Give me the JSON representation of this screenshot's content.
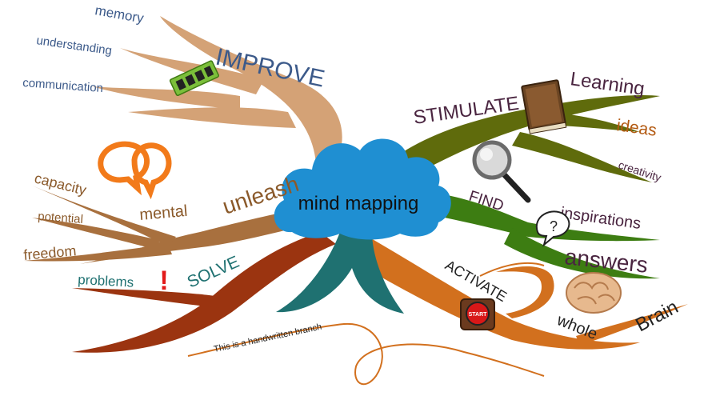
{
  "center": {
    "label": "mind mapping"
  },
  "branches": {
    "improve": {
      "label": "IMPROVE",
      "items": [
        "memory",
        "understanding",
        "communication"
      ]
    },
    "stimulate": {
      "label": "STIMULATE",
      "items": [
        "Learning",
        "ideas",
        "creativity"
      ]
    },
    "find": {
      "label": "FIND",
      "items": [
        "inspirations",
        "answers"
      ]
    },
    "activate": {
      "label": "ACTIVATE",
      "items": [
        "whole",
        "Brain"
      ]
    },
    "unleash": {
      "label": "unleash",
      "items": [
        "mental",
        "capacity",
        "potential",
        "freedom"
      ]
    },
    "solve": {
      "label": "SOLVE",
      "items": [
        "problems"
      ]
    },
    "handwritten": {
      "label": "This is a handwritten branch"
    }
  },
  "icons": {
    "start_button_label": "START",
    "question_mark": "?",
    "exclamation_mark": "!"
  },
  "colors": {
    "improve": "#d4a276",
    "stimulate": "#5f6b0c",
    "find": "#3d7d12",
    "activate": "#d2701e",
    "unleash": "#a8703e",
    "solve": "#9b3410",
    "trunk_teal": "#1f7171",
    "cloud": "#1f8fd2",
    "improve_text": "#3c5a8a",
    "stimulate_text": "#4a2540",
    "orange_text": "#b35a12",
    "brown_text": "#8b5a2b"
  }
}
